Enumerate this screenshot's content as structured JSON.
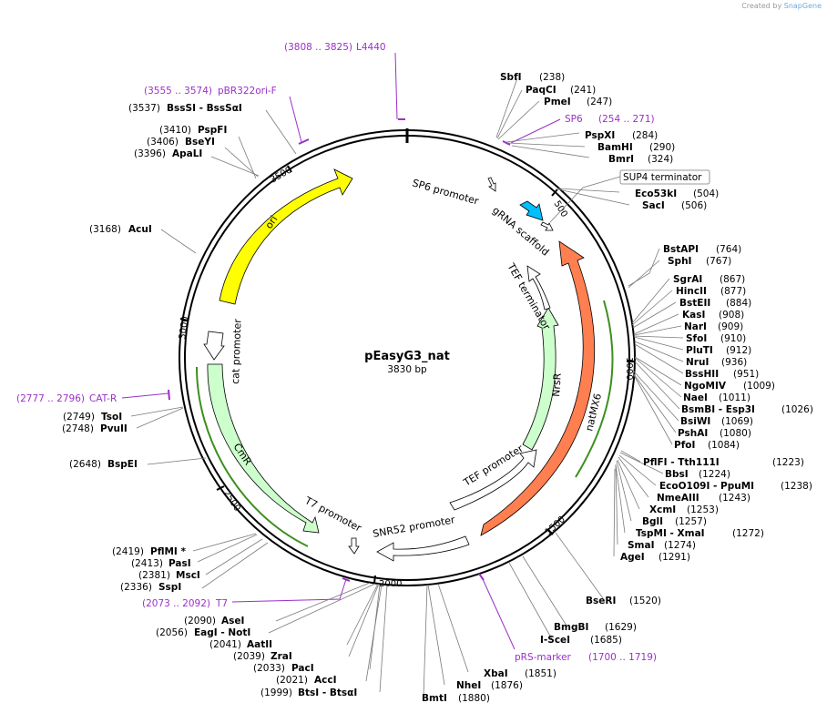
{
  "brand": {
    "created_by": "Created by",
    "product": "SnapGene"
  },
  "plasmid": {
    "name": "pEasyG3_nat",
    "size_label": "3830 bp",
    "length": 3830
  },
  "ruler_ticks": [
    {
      "pos": 500,
      "label": "500"
    },
    {
      "pos": 1000,
      "label": "1000"
    },
    {
      "pos": 1500,
      "label": "1500"
    },
    {
      "pos": 2000,
      "label": "2000"
    },
    {
      "pos": 2500,
      "label": "2500"
    },
    {
      "pos": 3000,
      "label": "3000"
    },
    {
      "pos": 3500,
      "label": "3500"
    }
  ],
  "features": [
    {
      "name": "ori",
      "label": "ori",
      "color": "#ffff00"
    },
    {
      "name": "cat-promoter",
      "label": "cat promoter",
      "color": "#ffffff"
    },
    {
      "name": "cmr",
      "label": "CmR",
      "color": "#ccffcc"
    },
    {
      "name": "t7-promoter",
      "label": "T7 promoter",
      "color": "#ffffff"
    },
    {
      "name": "snr52-promoter",
      "label": "SNR52 promoter",
      "color": "#ffffff"
    },
    {
      "name": "natmx6",
      "label": "natMX6",
      "color": "#ff7f50"
    },
    {
      "name": "tef-promoter",
      "label": "TEF promoter",
      "color": "#ffffff"
    },
    {
      "name": "nrsr",
      "label": "NrsR",
      "color": "#ccffcc"
    },
    {
      "name": "tef-terminator",
      "label": "TEF terminator",
      "color": "#ffffff"
    },
    {
      "name": "grna-scaffold",
      "label": "gRNA scaffold",
      "color": "#00bfff"
    },
    {
      "name": "sp6-promoter",
      "label": "SP6 promoter",
      "color": "#ffffff"
    },
    {
      "name": "sup4-terminator",
      "label": "SUP4 terminator",
      "color": "#ffffff"
    }
  ],
  "sites": [
    {
      "name": "SbfI",
      "pos": "(238)"
    },
    {
      "name": "PaqCI",
      "pos": "(241)"
    },
    {
      "name": "PmeI",
      "pos": "(247)"
    },
    {
      "name": "PspXI",
      "pos": "(284)"
    },
    {
      "name": "BamHI",
      "pos": "(290)"
    },
    {
      "name": "BmrI",
      "pos": "(324)"
    },
    {
      "name": "Eco53kI",
      "pos": "(504)"
    },
    {
      "name": "SacI",
      "pos": "(506)"
    },
    {
      "name": "BstAPI",
      "pos": "(764)"
    },
    {
      "name": "SphI",
      "pos": "(767)"
    },
    {
      "name": "SgrAI",
      "pos": "(867)"
    },
    {
      "name": "HincII",
      "pos": "(877)"
    },
    {
      "name": "BstEII",
      "pos": "(884)"
    },
    {
      "name": "KasI",
      "pos": "(908)"
    },
    {
      "name": "NarI",
      "pos": "(909)"
    },
    {
      "name": "SfoI",
      "pos": "(910)"
    },
    {
      "name": "PluTI",
      "pos": "(912)"
    },
    {
      "name": "NruI",
      "pos": "(936)"
    },
    {
      "name": "BssHII",
      "pos": "(951)"
    },
    {
      "name": "NgoMIV",
      "pos": "(1009)"
    },
    {
      "name": "NaeI",
      "pos": "(1011)"
    },
    {
      "name": "BsmBI  - Esp3I",
      "pos": "(1026)"
    },
    {
      "name": "BsiWI",
      "pos": "(1069)"
    },
    {
      "name": "PshAI",
      "pos": "(1080)"
    },
    {
      "name": "PfoI",
      "pos": "(1084)"
    },
    {
      "name": "PflFI  - Tth111I",
      "pos": "(1223)"
    },
    {
      "name": "BbsI",
      "pos": "(1224)"
    },
    {
      "name": "EcoO109I  - PpuMI",
      "pos": "(1238)"
    },
    {
      "name": "NmeAIII",
      "pos": "(1243)"
    },
    {
      "name": "XcmI",
      "pos": "(1253)"
    },
    {
      "name": "BglI",
      "pos": "(1257)"
    },
    {
      "name": "TspMI  - XmaI",
      "pos": "(1272)"
    },
    {
      "name": "SmaI",
      "pos": "(1274)"
    },
    {
      "name": "AgeI",
      "pos": "(1291)"
    },
    {
      "name": "BseRI",
      "pos": "(1520)"
    },
    {
      "name": "BmgBI",
      "pos": "(1629)"
    },
    {
      "name": "I-SceI",
      "pos": "(1685)"
    },
    {
      "name": "XbaI",
      "pos": "(1851)"
    },
    {
      "name": "NheI",
      "pos": "(1876)"
    },
    {
      "name": "BmtI",
      "pos": "(1880)"
    },
    {
      "name": "BtsI  - BtsαI",
      "pos": "(1999)"
    },
    {
      "name": "AccI",
      "pos": "(2021)"
    },
    {
      "name": "PacI",
      "pos": "(2033)"
    },
    {
      "name": "ZraI",
      "pos": "(2039)"
    },
    {
      "name": "AatII",
      "pos": "(2041)"
    },
    {
      "name": "EagI  - NotI",
      "pos": "(2056)"
    },
    {
      "name": "AseI",
      "pos": "(2090)"
    },
    {
      "name": "SspI",
      "pos": "(2336)"
    },
    {
      "name": "MscI",
      "pos": "(2381)"
    },
    {
      "name": "PasI",
      "pos": "(2413)"
    },
    {
      "name": "PflMI *",
      "pos": "(2419)"
    },
    {
      "name": "BspEI",
      "pos": "(2648)"
    },
    {
      "name": "PvuII",
      "pos": "(2748)"
    },
    {
      "name": "TsoI",
      "pos": "(2749)"
    },
    {
      "name": "AcuI",
      "pos": "(3168)"
    },
    {
      "name": "ApaLI",
      "pos": "(3396)"
    },
    {
      "name": "BseYI",
      "pos": "(3406)"
    },
    {
      "name": "PspFI",
      "pos": "(3410)"
    },
    {
      "name": "BssSI  - BssSαI",
      "pos": "(3537)"
    }
  ],
  "primers": [
    {
      "name": "L4440",
      "range": "(3808 .. 3825)"
    },
    {
      "name": "pBR322ori-F",
      "range": "(3555 .. 3574)"
    },
    {
      "name": "SP6",
      "range": "(254 .. 271)"
    },
    {
      "name": "CAT-R",
      "range": "(2777 .. 2796)"
    },
    {
      "name": "T7",
      "range": "(2073 .. 2092)"
    },
    {
      "name": "pRS-marker",
      "range": "(1700 .. 1719)"
    }
  ]
}
